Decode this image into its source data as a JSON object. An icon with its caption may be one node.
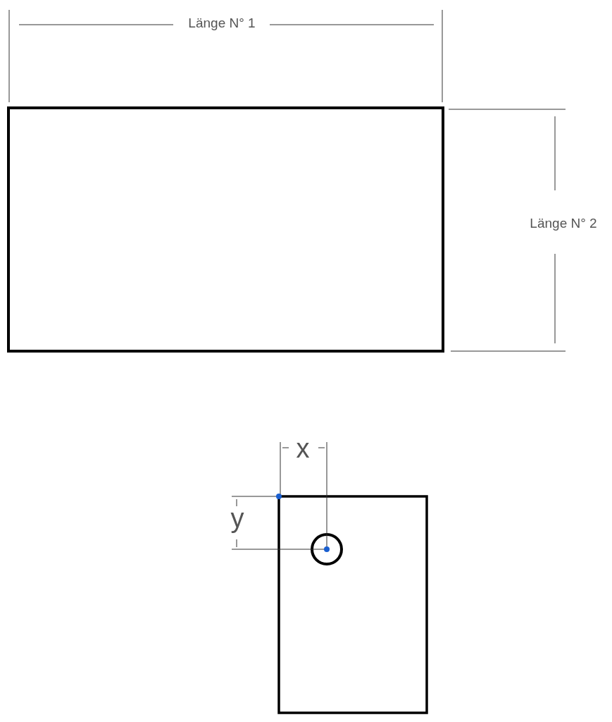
{
  "diagram": {
    "labels": [
      "Länge N° 1",
      "Länge N° 2",
      "x",
      "y"
    ]
  }
}
